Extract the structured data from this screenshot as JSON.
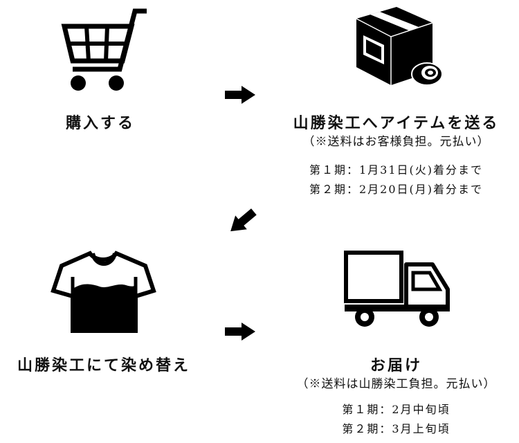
{
  "steps": {
    "buy": {
      "title": "購入する"
    },
    "send": {
      "title": "山勝染工へアイテムを送る",
      "note": "（※送料はお客様負担。元払い）",
      "schedule": [
        "第１期：1月31日(火)着分まで",
        "第２期：2月20日(月)着分まで"
      ]
    },
    "dye": {
      "title": "山勝染工にて染め替え"
    },
    "deliver": {
      "title": "お届け",
      "note": "（※送料は山勝染工負担。元払い）",
      "schedule": [
        "第１期：2月中旬頃",
        "第２期：3月上旬頃"
      ]
    }
  },
  "icons": {
    "buy": "shopping-cart-icon",
    "send": "package-box-icon",
    "dye": "dyed-tshirt-icon",
    "deliver": "delivery-truck-icon",
    "arrows": [
      "arrow-right-icon",
      "arrow-down-left-icon",
      "arrow-right-icon"
    ]
  }
}
